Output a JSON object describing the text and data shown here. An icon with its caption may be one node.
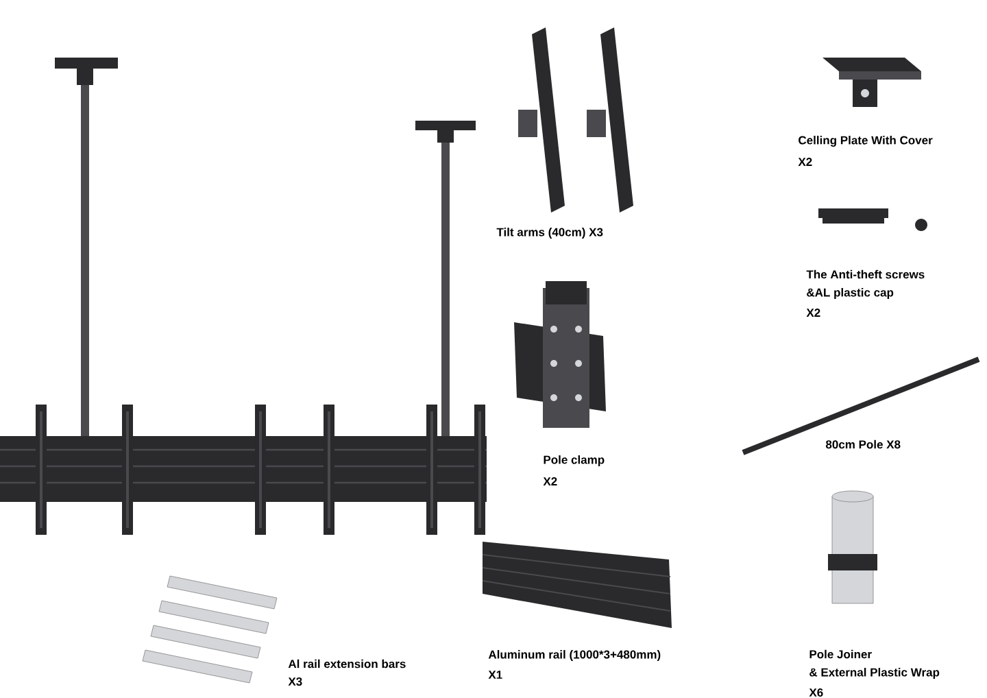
{
  "diagram": {
    "labels": [
      "Celling Plate With Cover",
      "X2",
      "Tilt arms (40cm) X3",
      "The Anti-theft screws",
      "&AL plastic cap",
      "X2",
      "80cm Pole X8",
      "Pole clamp",
      "X2",
      "Al rail extension bars",
      "X3",
      "Aluminum rail (1000*3+480mm)",
      "X1",
      "Pole Joiner",
      "& External Plastic Wrap",
      "X6"
    ]
  }
}
